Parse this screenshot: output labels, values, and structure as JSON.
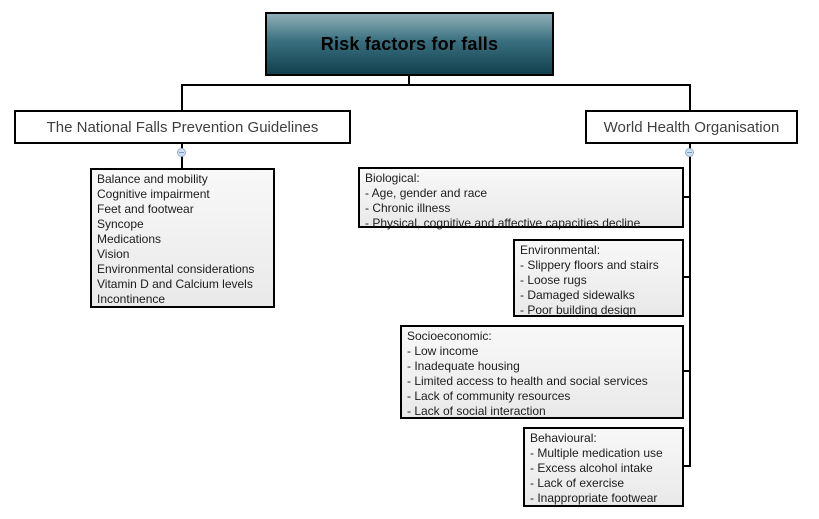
{
  "title": {
    "label": "Risk factors for falls"
  },
  "left_branch": {
    "label": "The National Falls Prevention Guidelines",
    "items": [
      "Balance and mobility",
      "Cognitive impairment",
      "Feet and footwear",
      "Syncope",
      "Medications",
      "Vision",
      "Environmental considerations",
      "Vitamin D and Calcium levels",
      "Incontinence"
    ]
  },
  "right_branch": {
    "label": "World Health Organisation",
    "categories": [
      {
        "heading": "Biological:",
        "items": [
          "- Age, gender and race",
          "- Chronic illness",
          "- Physical, cognitive and affective capacities decline"
        ]
      },
      {
        "heading": "Environmental:",
        "items": [
          "- Slippery floors and stairs",
          "- Loose rugs",
          "- Damaged sidewalks",
          "- Poor building design"
        ]
      },
      {
        "heading": "Socioeconomic:",
        "items": [
          "- Low income",
          "- Inadequate housing",
          "- Limited access to health and social services",
          "- Lack of community resources",
          "- Lack of social interaction"
        ]
      },
      {
        "heading": "Behavioural:",
        "items": [
          "- Multiple medication use",
          "- Excess alcohol intake",
          "- Lack of exercise",
          "- Inappropriate footwear"
        ]
      }
    ]
  },
  "toggle": {
    "symbol": "-",
    "state": "collapse"
  },
  "colors": {
    "title_gradient_top": "#8fafb8",
    "title_gradient_mid": "#39707f",
    "title_gradient_bottom": "#11404e",
    "box_border": "#000000",
    "list_fill_top": "#f8f8f8",
    "list_fill_bottom": "#e9e9e9",
    "toggle_fill": "#cfe0f2",
    "toggle_border": "#98aecb",
    "branch_text": "#3f3f3f",
    "list_text": "#1c1c1c"
  }
}
